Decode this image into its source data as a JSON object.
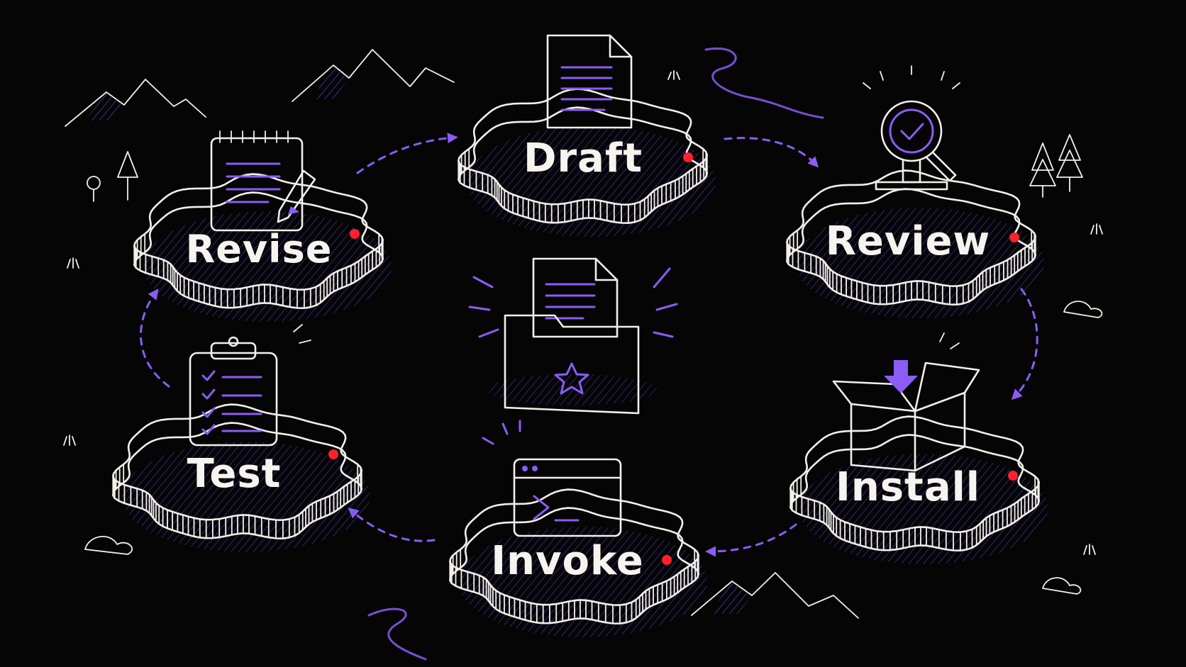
{
  "colors": {
    "background": "#050505",
    "accent": "#8b5cf6",
    "line": "#f2f0ea",
    "status_dot": "#ff1f2d"
  },
  "stages": [
    {
      "id": "draft",
      "label": "Draft",
      "icon": "document-icon"
    },
    {
      "id": "review",
      "label": "Review",
      "icon": "magnifier-check-icon"
    },
    {
      "id": "install",
      "label": "Install",
      "icon": "open-box-download-icon"
    },
    {
      "id": "invoke",
      "label": "Invoke",
      "icon": "terminal-window-icon"
    },
    {
      "id": "test",
      "label": "Test",
      "icon": "clipboard-checklist-icon"
    },
    {
      "id": "revise",
      "label": "Revise",
      "icon": "notepad-pencil-icon"
    }
  ],
  "center": {
    "icon": "folder-document-star-icon"
  },
  "flow": [
    {
      "from": "draft",
      "to": "review"
    },
    {
      "from": "review",
      "to": "install"
    },
    {
      "from": "install",
      "to": "invoke"
    },
    {
      "from": "invoke",
      "to": "test"
    },
    {
      "from": "test",
      "to": "revise"
    },
    {
      "from": "revise",
      "to": "draft"
    }
  ],
  "decor": [
    "mountain-icon",
    "tree-icon",
    "river-icon",
    "rock-icon",
    "grass-icon"
  ]
}
